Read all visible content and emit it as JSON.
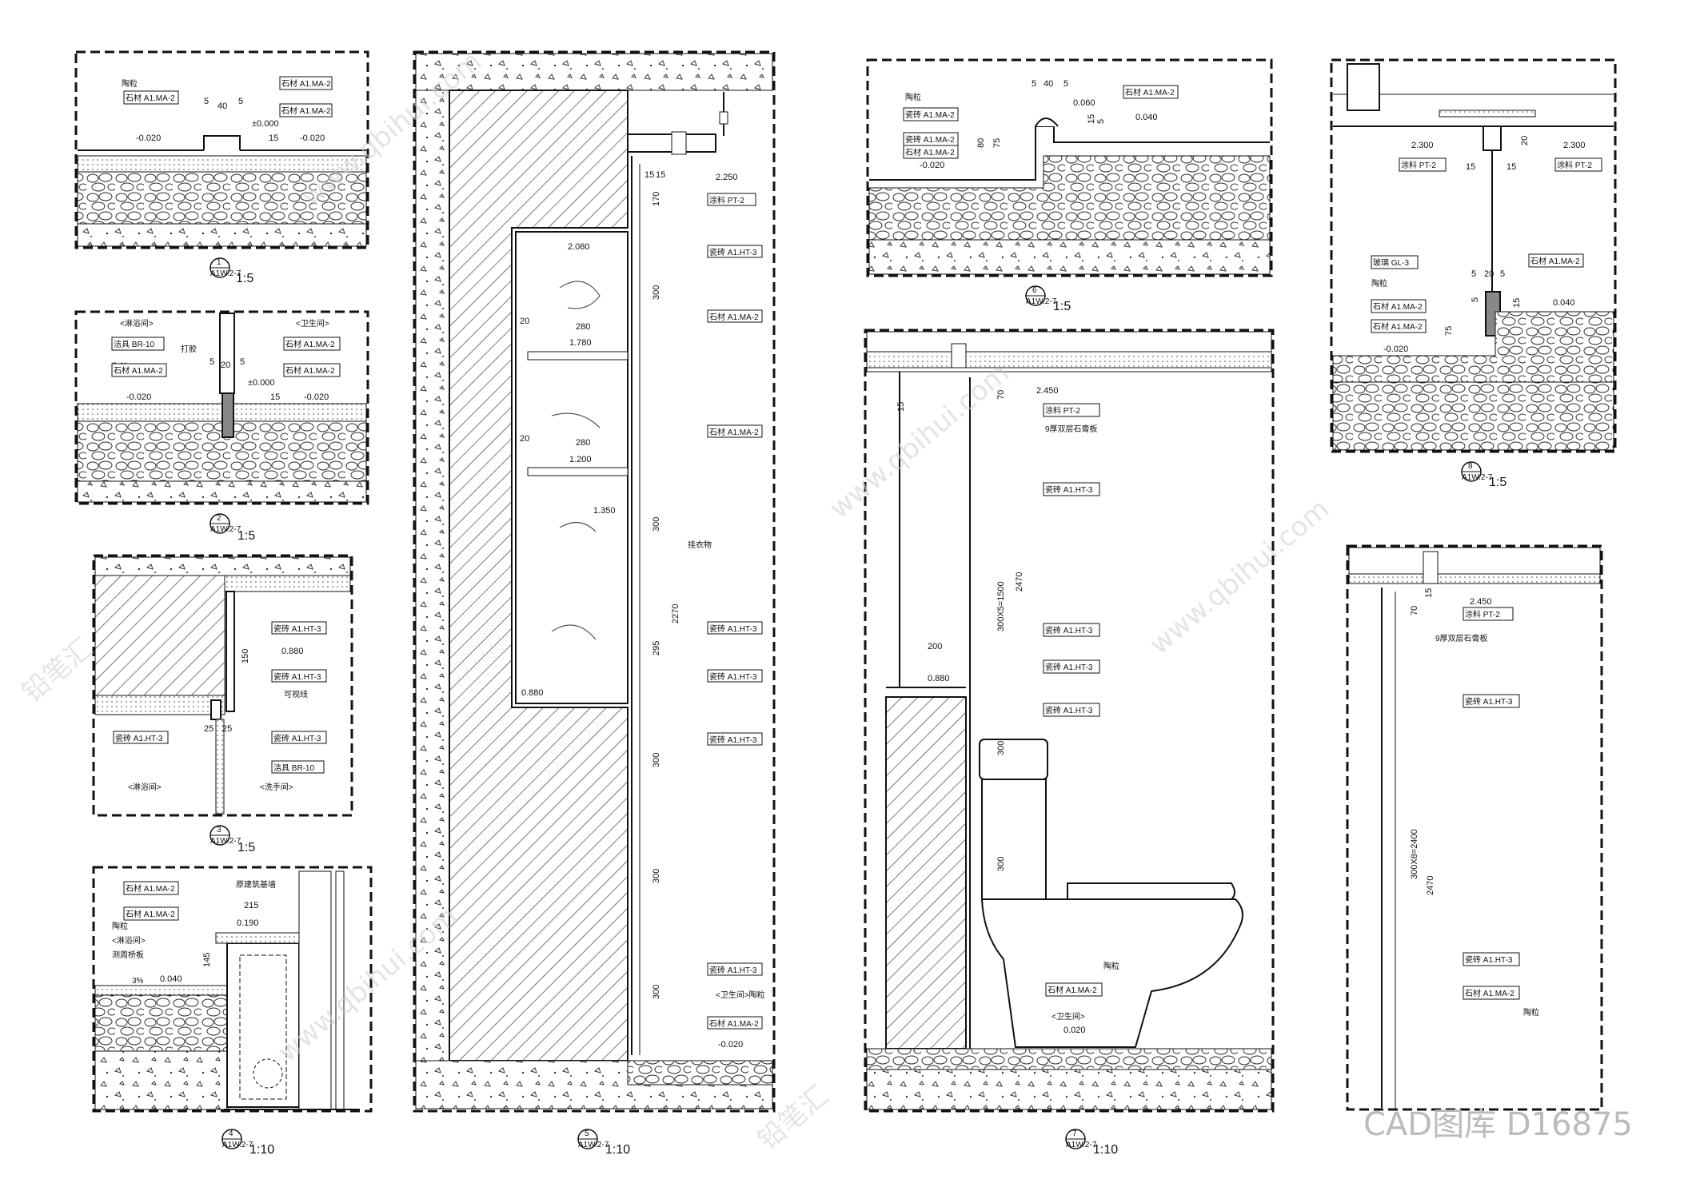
{
  "details": [
    {
      "id": "d1",
      "number": "1",
      "sheet": "A1W.2-7",
      "scale": "1:5",
      "labels": [
        "陶粒",
        "石材 A1.MA-2",
        "石材 A1.MA-2",
        "石材 A1.MA-2"
      ],
      "levels": [
        "-0.020",
        "±0.000",
        "-0.020"
      ],
      "dims": [
        "5",
        "40",
        "5",
        "15"
      ]
    },
    {
      "id": "d2",
      "number": "2",
      "sheet": "A1W.2-7",
      "scale": "1:5",
      "labels": [
        "<淋浴间>",
        "<卫生间>",
        "洁具 BR-10",
        "石材 A1.MA-2",
        "陶粒",
        "打胶",
        "石材 A1.MA-2",
        "石材 A1.MA-2"
      ],
      "levels": [
        "-0.020",
        "±0.000",
        "-0.020"
      ],
      "dims": [
        "5",
        "20",
        "5",
        "15"
      ]
    },
    {
      "id": "d3",
      "number": "3",
      "sheet": "A1W.2-7",
      "scale": "1:5",
      "labels": [
        "瓷砖 A1.HT-3",
        "瓷砖 A1.HT-3",
        "可视线",
        "瓷砖 A1.HT-3",
        "瓷砖 A1.HT-3",
        "洁具 BR-10",
        "<淋浴间>",
        "<洗手间>"
      ],
      "levels": [
        "0.880"
      ],
      "dims": [
        "150",
        "25",
        "25"
      ]
    },
    {
      "id": "d4",
      "number": "4",
      "sheet": "A1W.2-7",
      "scale": "1:10",
      "labels": [
        "石材 A1.MA-2",
        "原建筑基墙",
        "石材 A1.MA-2",
        "陶粒",
        "<淋浴间>",
        "测周桥板",
        "3%"
      ],
      "levels": [
        "0.190",
        "0.040"
      ],
      "dims": [
        "215",
        "145"
      ]
    },
    {
      "id": "d5",
      "number": "5",
      "sheet": "A1W.2-7",
      "scale": "1:10",
      "labels": [
        "涂料 PT-2",
        "瓷砖 A1.HT-3",
        "石材 A1.MA-2",
        "石材 A1.MA-2",
        "挂衣物",
        "瓷砖 A1.HT-3",
        "瓷砖 A1.HT-3",
        "瓷砖 A1.HT-3",
        "瓷砖 A1.HT-3",
        "<卫生间>陶粒",
        "石材 A1.MA-2"
      ],
      "levels": [
        "2.250",
        "2.080",
        "1.780",
        "1.200",
        "1.350",
        "0.880",
        "-0.020"
      ],
      "dims": [
        "15",
        "15",
        "170",
        "300",
        "280",
        "20",
        "280",
        "20",
        "300",
        "2270",
        "295",
        "300",
        "300",
        "300"
      ]
    },
    {
      "id": "d6",
      "number": "6",
      "sheet": "A1W.2-7",
      "scale": "1:5",
      "labels": [
        "陶粒",
        "瓷砖 A1.MA-2",
        "瓷砖 A1.MA-2",
        "石材 A1.MA-2",
        "石材 A1.MA-2"
      ],
      "levels": [
        "-0.020",
        "0.060",
        "0.040"
      ],
      "dims": [
        "5",
        "40",
        "5",
        "80",
        "75",
        "15",
        "5"
      ]
    },
    {
      "id": "d7",
      "number": "7",
      "sheet": "A1W.2-7",
      "scale": "1:10",
      "labels": [
        "涂料 PT-2",
        "9厚双层石膏板",
        "瓷砖 A1.HT-3",
        "瓷砖 A1.HT-3",
        "瓷砖 A1.HT-3",
        "瓷砖 A1.HT-3",
        "石材 A1.MA-2",
        "陶粒",
        "<卫生间>"
      ],
      "levels": [
        "2.450",
        "0.880",
        "0.020"
      ],
      "dims": [
        "15",
        "70",
        "300X5=1500",
        "2470",
        "200",
        "300",
        "300"
      ]
    },
    {
      "id": "d8",
      "number": "8",
      "sheet": "A1W.2-7",
      "scale": "1:5",
      "labels": [
        "涂料 PT-2",
        "涂料 PT-2",
        "玻璃 GL-3",
        "石材 A1.MA-2",
        "陶粒",
        "石材 A1.MA-2",
        "石材 A1.MA-2"
      ],
      "levels": [
        "2.300",
        "2.300",
        "0.040",
        "-0.020"
      ],
      "dims": [
        "15",
        "20",
        "15",
        "5",
        "20",
        "5",
        "5",
        "75",
        "15"
      ]
    },
    {
      "id": "d9",
      "number": "",
      "sheet": "",
      "scale": "",
      "labels": [
        "涂料 PT-2",
        "9厚双层石膏板",
        "瓷砖 A1.HT-3",
        "瓷砖 A1.HT-3",
        "石材 A1.MA-2",
        "陶粒"
      ],
      "levels": [
        "2.450"
      ],
      "dims": [
        "15",
        "70",
        "300X8=2400",
        "2470"
      ]
    }
  ],
  "watermark": {
    "site": "www.qbihui.com",
    "brand": "铅笔汇",
    "code": "CAD图库 D16875"
  }
}
